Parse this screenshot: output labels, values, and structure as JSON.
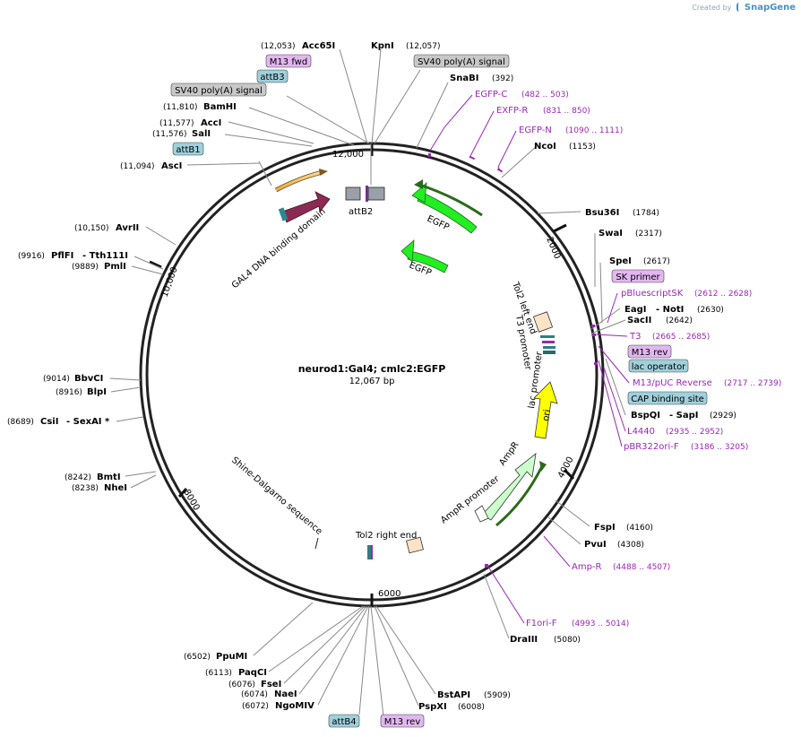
{
  "credit": {
    "prefix": "Created by",
    "brand": "SnapGene"
  },
  "plasmid": {
    "name": "neurod1:Gal4; cmlc2:EGFP",
    "size": "12,067 bp"
  },
  "ticks": [
    "12,000",
    "2000",
    "4000",
    "6000",
    "8000",
    "10,000"
  ],
  "enzymes": [
    {
      "name": "Acc65I",
      "pos": "(12,053)"
    },
    {
      "name": "KpnI",
      "pos": "(12,057)"
    },
    {
      "name": "SnaBI",
      "pos": "(392)"
    },
    {
      "name": "BamHI",
      "pos": "(11,810)"
    },
    {
      "name": "AccI",
      "pos": "(11,577)"
    },
    {
      "name": "SalI",
      "pos": "(11,576)"
    },
    {
      "name": "AscI",
      "pos": "(11,094)"
    },
    {
      "name": "NcoI",
      "pos": "(1153)"
    },
    {
      "name": "Bsu36I",
      "pos": "(1784)"
    },
    {
      "name": "SwaI",
      "pos": "(2317)"
    },
    {
      "name": "SpeI",
      "pos": "(2617)"
    },
    {
      "name": "EagI",
      "pos": ""
    },
    {
      "name": "- NotI",
      "pos": "(2630)"
    },
    {
      "name": "SacII",
      "pos": "(2642)"
    },
    {
      "name": "BspQI",
      "pos": ""
    },
    {
      "name": "- SapI",
      "pos": "(2929)"
    },
    {
      "name": "AvrII",
      "pos": "(10,150)"
    },
    {
      "name": "PflFI",
      "pos": "(9916)"
    },
    {
      "name": "- Tth111I",
      "pos": ""
    },
    {
      "name": "PmlI",
      "pos": "(9889)"
    },
    {
      "name": "BbvCI",
      "pos": "(9014)"
    },
    {
      "name": "BlpI",
      "pos": "(8916)"
    },
    {
      "name": "CsiI",
      "pos": "(8689)"
    },
    {
      "name": "- SexAI *",
      "pos": ""
    },
    {
      "name": "BmtI",
      "pos": "(8242)"
    },
    {
      "name": "NheI",
      "pos": "(8238)"
    },
    {
      "name": "FspI",
      "pos": "(4160)"
    },
    {
      "name": "PvuI",
      "pos": "(4308)"
    },
    {
      "name": "DraIII",
      "pos": "(5080)"
    },
    {
      "name": "PpuMI",
      "pos": "(6502)"
    },
    {
      "name": "PaqCI",
      "pos": "(6113)"
    },
    {
      "name": "FseI",
      "pos": "(6076)"
    },
    {
      "name": "NaeI",
      "pos": "(6074)"
    },
    {
      "name": "NgoMIV",
      "pos": "(6072)"
    },
    {
      "name": "BstAPI",
      "pos": "(5909)"
    },
    {
      "name": "PspXI",
      "pos": "(6008)"
    }
  ],
  "primers": [
    {
      "name": "EGFP-C",
      "pos": "(482 .. 503)"
    },
    {
      "name": "EXFP-R",
      "pos": "(831 .. 850)"
    },
    {
      "name": "EGFP-N",
      "pos": "(1090 .. 1111)"
    },
    {
      "name": "pBluescriptSK",
      "pos": "(2612 .. 2628)"
    },
    {
      "name": "T3",
      "pos": "(2665 .. 2685)"
    },
    {
      "name": "M13/pUC Reverse",
      "pos": "(2717 .. 2739)"
    },
    {
      "name": "L4440",
      "pos": "(2935 .. 2952)"
    },
    {
      "name": "pBR322ori-F",
      "pos": "(3186 .. 3205)"
    },
    {
      "name": "Amp-R",
      "pos": "(4488 .. 4507)"
    },
    {
      "name": "F1ori-F",
      "pos": "(4993 .. 5014)"
    }
  ],
  "boxes": [
    {
      "name": "M13 fwd",
      "kind": "primer"
    },
    {
      "name": "attB3",
      "kind": "att"
    },
    {
      "name": "SV40 poly(A) signal",
      "kind": "signal"
    },
    {
      "name": "SV40 poly(A) signal",
      "kind": "signal"
    },
    {
      "name": "attB1",
      "kind": "att"
    },
    {
      "name": "SK primer",
      "kind": "primer"
    },
    {
      "name": "M13 rev",
      "kind": "primer"
    },
    {
      "name": "lac operator",
      "kind": "att"
    },
    {
      "name": "CAP binding site",
      "kind": "att"
    },
    {
      "name": "attB4",
      "kind": "att"
    },
    {
      "name": "M13 rev",
      "kind": "primer"
    }
  ],
  "features": [
    {
      "name": "GAL4 DNA binding domain"
    },
    {
      "name": "attB2"
    },
    {
      "name": "EGFP"
    },
    {
      "name": "EGFP"
    },
    {
      "name": "Tol2 left end"
    },
    {
      "name": "T3 promoter"
    },
    {
      "name": "lac promoter"
    },
    {
      "name": "ori"
    },
    {
      "name": "AmpR"
    },
    {
      "name": "AmpR promoter"
    },
    {
      "name": "Tol2 right end"
    },
    {
      "name": "Shine-Dalgarno sequence"
    }
  ],
  "colors": {
    "backbone": "#222222",
    "primer": "#9b26b6",
    "primer_box": "#e2b6f0",
    "att_box": "#9fd0dc",
    "signal_box": "#c8c8c8",
    "egfp": "#22ee22",
    "gal4": "#8b2a52",
    "ori": "#ffff00",
    "ampr": "#ccffcc",
    "tol2": "#fbe3c4"
  }
}
